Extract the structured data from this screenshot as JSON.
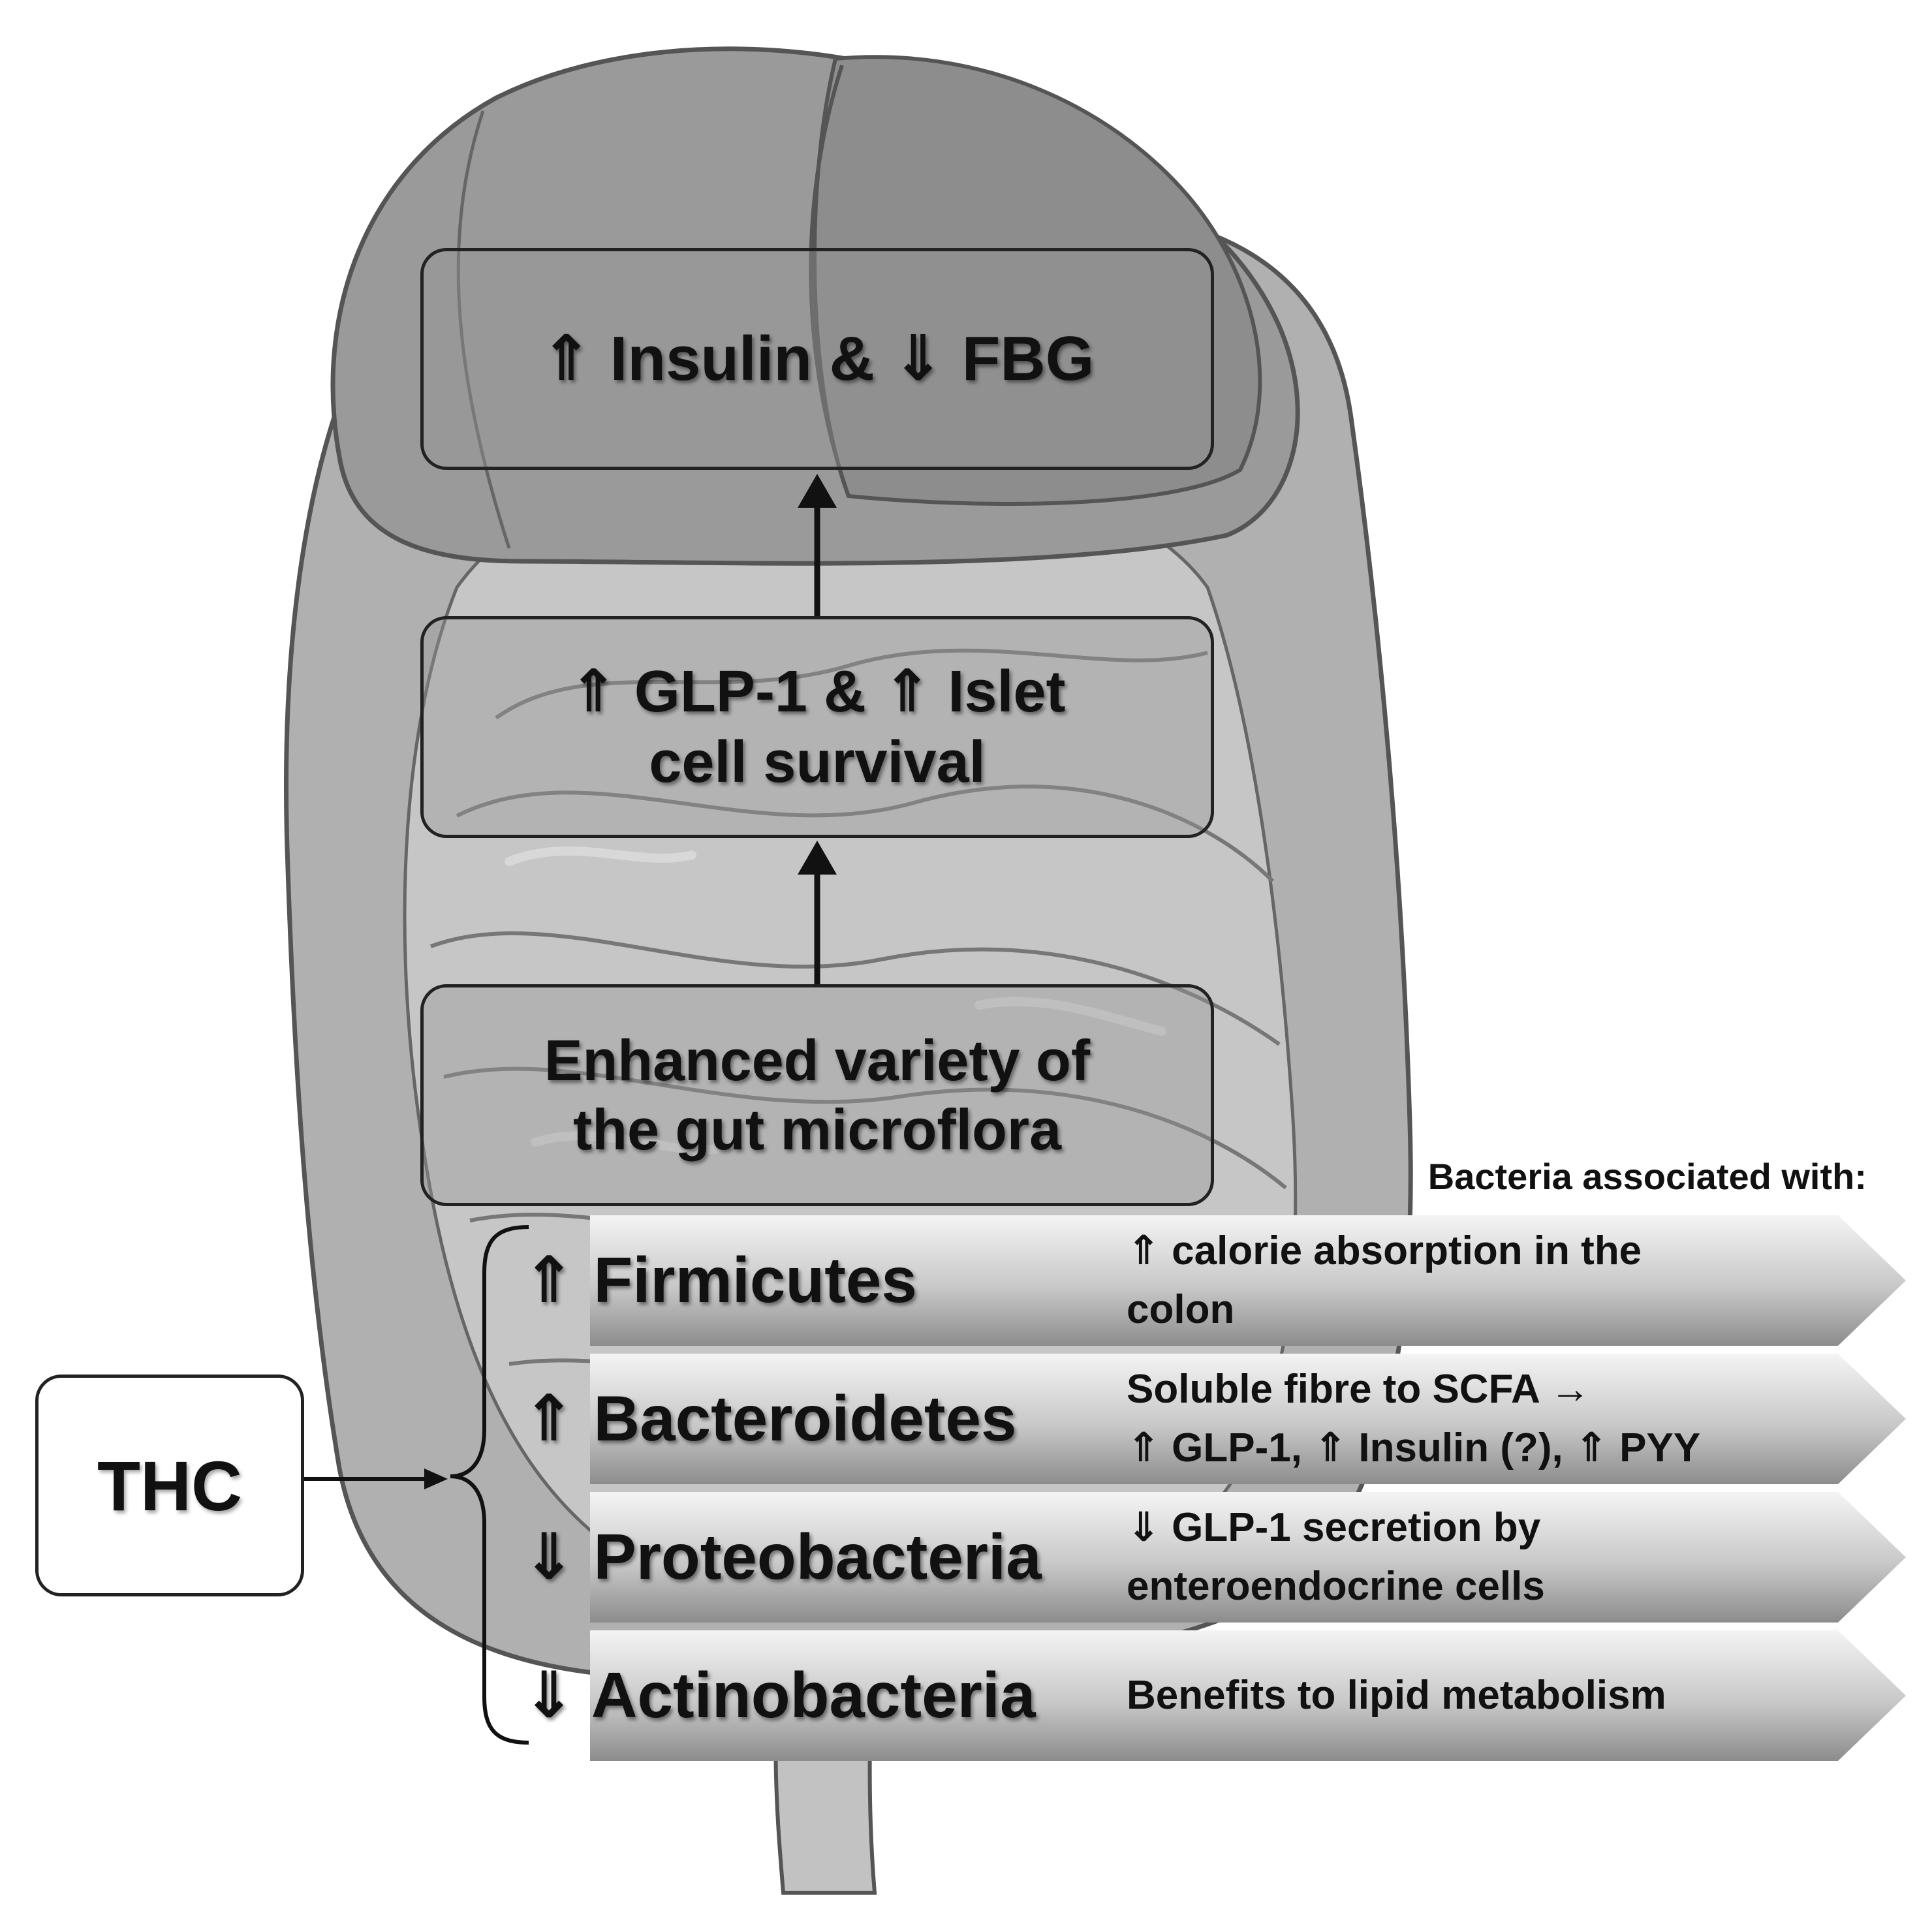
{
  "boxes": {
    "top": "⇑ Insulin & ⇓ FBG",
    "middle_line1": "⇑ GLP-1 & ⇑ Islet",
    "middle_line2": "cell survival",
    "bottom_line1": "Enhanced variety of",
    "bottom_line2": "the gut microflora"
  },
  "thc_label": "THC",
  "bacteria_header": "Bacteria associated with:",
  "bacteria": [
    {
      "name": "⇑ Firmicutes",
      "effect": "⇑ calorie absorption in the\ncolon"
    },
    {
      "name": "⇑ Bacteroidetes",
      "effect": "Soluble fibre to SCFA →\n⇑ GLP-1, ⇑ Insulin (?), ⇑ PYY"
    },
    {
      "name": "⇓ Proteobacteria",
      "effect": "⇓ GLP-1 secretion by\nenteroendocrine cells"
    },
    {
      "name": "⇓ Actinobacteria",
      "effect": "Benefits to lipid metabolism"
    }
  ],
  "colors": {
    "organ_light": "#c4c4c4",
    "organ_mid": "#a8a8a8",
    "organ_dark": "#8a8a8a",
    "outline": "#555555",
    "text": "#111111"
  },
  "illustration": "intestine-illustration"
}
